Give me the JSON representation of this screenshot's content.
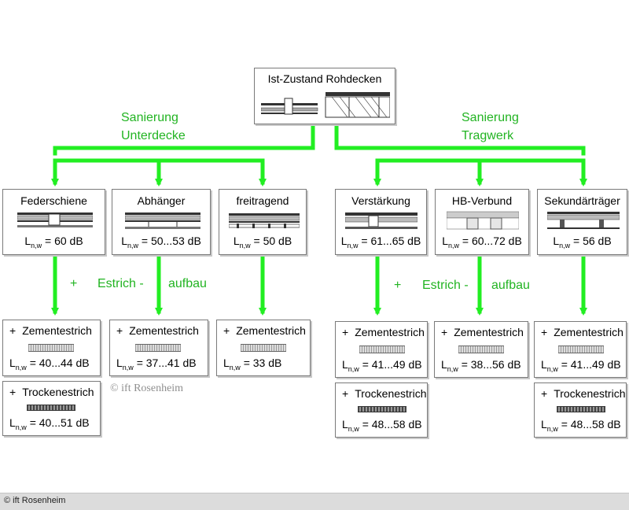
{
  "root": {
    "title": "Ist-Zustand Rohdecken"
  },
  "branches": {
    "left": "Sanierung\nUnterdecke",
    "right": "Sanierung\nTragwerk"
  },
  "methods": [
    {
      "title": "Federschiene",
      "lsub": "n,w",
      "value": " = 60 dB"
    },
    {
      "title": "Abhänger",
      "lsub": "n,w",
      "value": " = 50...53 dB"
    },
    {
      "title": "freitragend",
      "lsub": "n,w",
      "value": " = 50 dB"
    },
    {
      "title": "Verstärkung",
      "lsub": "n,w",
      "value": " = 61...65 dB"
    },
    {
      "title": "HB-Verbund",
      "lsub": "n,w",
      "value": " = 60...72 dB"
    },
    {
      "title": "Sekundärträger",
      "lsub": "n,w",
      "value": " = 56 dB"
    }
  ],
  "connector_labels": {
    "left_plus": "+",
    "left_estrich": "Estrich -",
    "left_aufbau": "aufbau",
    "right_plus": "+",
    "right_estrich": "Estrich -",
    "right_aufbau": "aufbau"
  },
  "results": [
    {
      "plus": "+",
      "title": "Zementestrich",
      "lsub": "n,w",
      "value": " = 40...44 dB"
    },
    {
      "plus": "+",
      "title": "Trockenestrich",
      "lsub": "n,w",
      "value": " = 40...51 dB"
    },
    {
      "plus": "+",
      "title": "Zementestrich",
      "lsub": "n,w",
      "value": " = 37...41 dB"
    },
    {
      "plus": "+",
      "title": "Zementestrich",
      "lsub": "n,w",
      "value": " = 33 dB"
    },
    {
      "plus": "+",
      "title": "Zementestrich",
      "lsub": "n,w",
      "value": " = 41...49 dB"
    },
    {
      "plus": "+",
      "title": "Trockenestrich",
      "lsub": "n,w",
      "value": " = 48...58 dB"
    },
    {
      "plus": "+",
      "title": "Zementestrich",
      "lsub": "n,w",
      "value": " = 38...56 dB"
    },
    {
      "plus": "+",
      "title": "Zementestrich",
      "lsub": "n,w",
      "value": " = 41...49 dB"
    },
    {
      "plus": "+",
      "title": "Trockenestrich",
      "lsub": "n,w",
      "value": " = 48...58 dB"
    }
  ],
  "watermark": "© ift Rosenheim",
  "footer": "© ift Rosenheim",
  "colors": {
    "arrow": "#22ee22",
    "label": "#22b422",
    "box_border": "#7a7a7a"
  }
}
